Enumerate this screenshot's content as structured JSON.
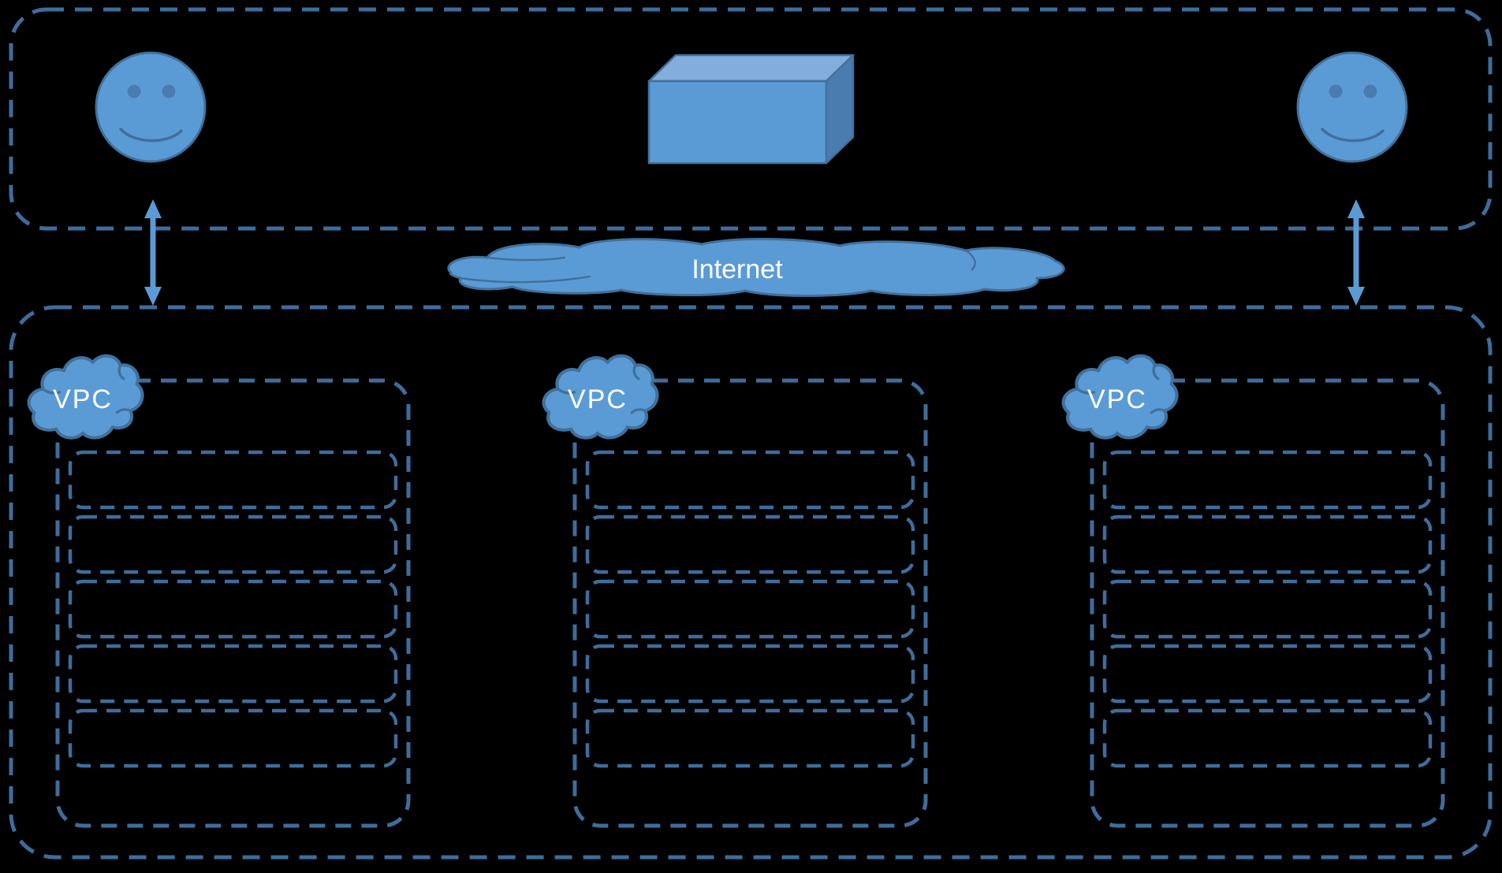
{
  "diagram": {
    "internet": {
      "label": "Internet"
    },
    "vpcs": [
      {
        "label": "VPC",
        "subnet_count": 5
      },
      {
        "label": "VPC",
        "subnet_count": 5
      },
      {
        "label": "VPC",
        "subnet_count": 5
      }
    ],
    "colors": {
      "shape_fill": "#5b9bd5",
      "shape_stroke": "#41719c",
      "dashed_border": "#3e6d9c",
      "cube_top_face": "#83addc",
      "cube_side_face": "#4a7cb0",
      "label_text": "#ffffff",
      "background": "#000000"
    }
  }
}
